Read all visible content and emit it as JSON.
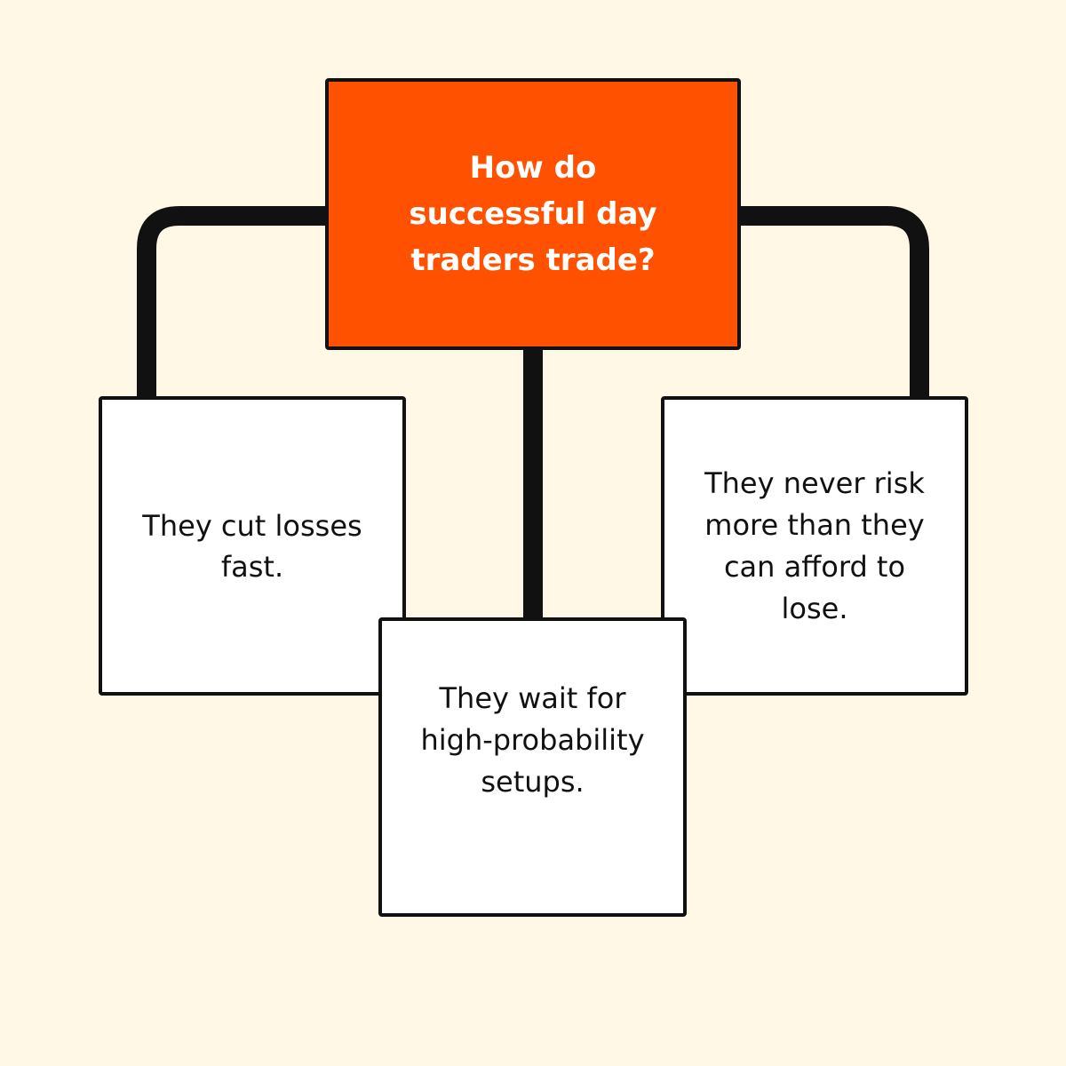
{
  "colors": {
    "background": "#fff8e6",
    "accent": "#ff5100",
    "box_fill": "#ffffff",
    "line": "#111111"
  },
  "diagram": {
    "center": {
      "text": "How do successful day traders trade?"
    },
    "left": {
      "text": "They cut losses fast."
    },
    "bottom": {
      "text": "They wait for high-probability setups."
    },
    "right": {
      "text": "They never risk more than they can afford to lose."
    }
  }
}
